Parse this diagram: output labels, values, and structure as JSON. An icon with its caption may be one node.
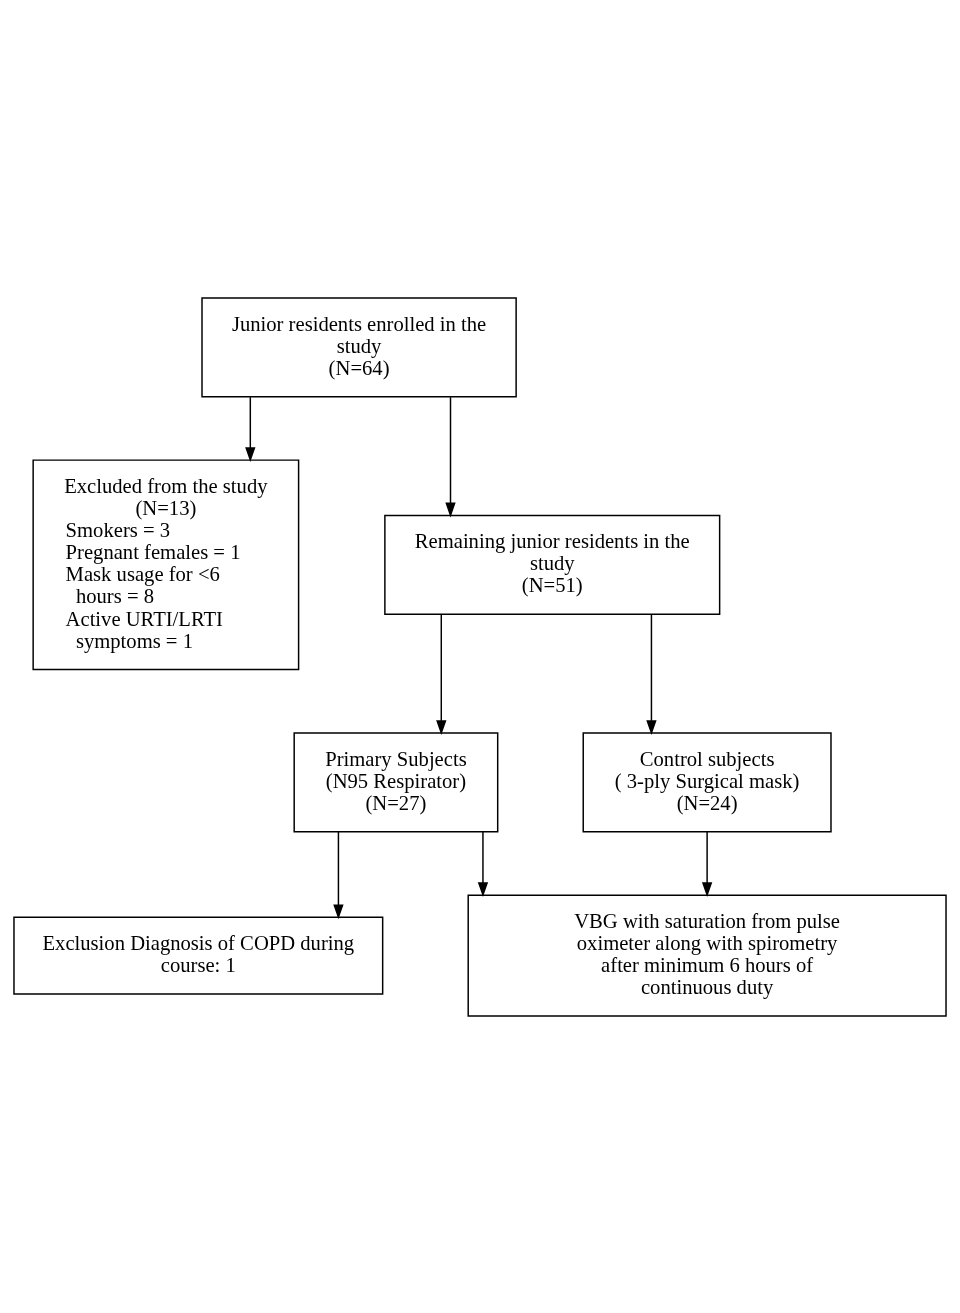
{
  "diagram": {
    "nodes": [
      {
        "text": [
          "Junior residents enrolled in the study",
          "(N=64)"
        ]
      },
      {
        "text": [
          "Excluded from the study",
          "(N=13)",
          "Smokers = 3",
          "Pregnant females = 1",
          "Mask usage for <6 hours = 8",
          "Active URTI/LRTI symptoms = 1"
        ]
      },
      {
        "text": [
          "Remaining junior residents in the study",
          "(N=51)"
        ]
      },
      {
        "text": [
          "Primary Subjects",
          "(N95 Respirator)",
          "(N=27)"
        ]
      },
      {
        "text": [
          "Control subjects",
          "( 3-ply Surgical mask)",
          "(N=24)"
        ]
      },
      {
        "text": [
          "Exclusion Diagnosis of COPD during course: 1"
        ]
      },
      {
        "text": [
          "VBG with saturation from pulse oximeter along with spirometry after minimum 6 hours of continuous duty"
        ]
      }
    ],
    "edges": [
      {
        "from": 0,
        "to": 2,
        "arrow": "to"
      },
      {
        "from": 0,
        "to": 1,
        "arrow": "to"
      },
      {
        "from": 2,
        "to": 3,
        "arrow": "to"
      },
      {
        "from": 2,
        "to": 4,
        "arrow": "to"
      },
      {
        "from": 3,
        "to": 5,
        "arrow": "to"
      },
      {
        "from": 3,
        "to": 6,
        "arrow": "to"
      },
      {
        "from": 4,
        "to": 6,
        "arrow": "to"
      }
    ]
  }
}
